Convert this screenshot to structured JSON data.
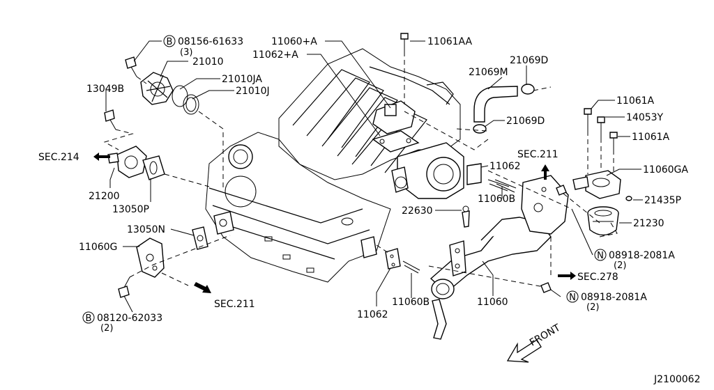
{
  "diagram": {
    "code": "J2100062",
    "direction": "FRONT",
    "labels": {
      "p08156": "08156-61633",
      "p08156_qty": "(3)",
      "p21010": "21010",
      "p21010JA": "21010JA",
      "p21010J": "21010J",
      "p13049B": "13049B",
      "sec214": "SEC.214",
      "p21200": "21200",
      "p13050P": "13050P",
      "p13050N": "13050N",
      "p11060G": "11060G",
      "p08120": "08120-62033",
      "p08120_qty": "(2)",
      "sec211_bottom": "SEC.211",
      "p11060A": "11060+A",
      "p11062A": "11062+A",
      "p11061AA": "11061AA",
      "p21069M": "21069M",
      "p21069D_top": "21069D",
      "p21069D_mid": "21069D",
      "p11061A_1": "11061A",
      "p14053Y": "14053Y",
      "p11061A_2": "11061A",
      "sec211_right": "SEC.211",
      "p11062_right": "11062",
      "p11060B_right": "11060B",
      "p11060GA": "11060GA",
      "p21435P": "21435P",
      "p22630": "22630",
      "p21230": "21230",
      "p08918_1": "08918-2081A",
      "p08918_1_qty": "(2)",
      "sec278": "SEC.278",
      "p08918_2": "08918-2081A",
      "p08918_2_qty": "(2)",
      "p11060": "11060",
      "p11060B_bottom": "11060B",
      "p11062_bottom": "11062"
    },
    "markers": {
      "bolt": "B",
      "nut": "N"
    }
  }
}
